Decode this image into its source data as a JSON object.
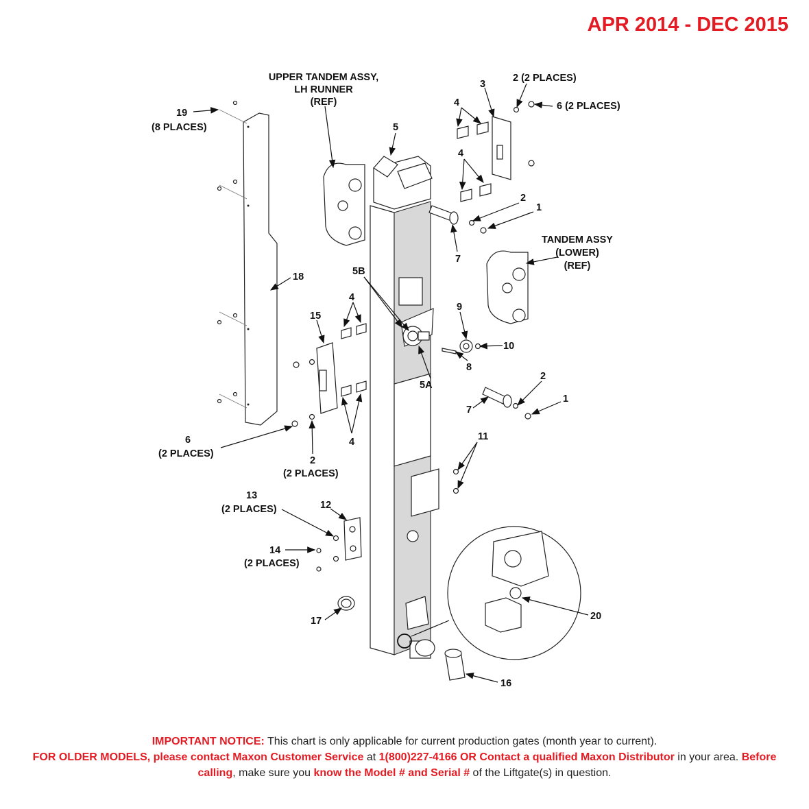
{
  "date_range": "APR 2014 - DEC 2015",
  "labels": {
    "upper_tandem_1": "UPPER TANDEM ASSY,",
    "upper_tandem_2": "LH RUNNER",
    "upper_tandem_3": "(REF)",
    "tandem_lower_1": "TANDEM ASSY",
    "tandem_lower_2": "(LOWER)",
    "tandem_lower_3": "(REF)",
    "p2_2places_top": "2 (2 PLACES)",
    "p3": "3",
    "p6_2places_top": "6 (2 PLACES)",
    "p4_a": "4",
    "p4_b": "4",
    "p5": "5",
    "p19": "19",
    "p19_places": "(8 PLACES)",
    "p2_a": "2",
    "p1_a": "1",
    "p7_a": "7",
    "p18": "18",
    "p5b": "5B",
    "p4_c": "4",
    "p15": "15",
    "p9": "9",
    "p10": "10",
    "p8": "8",
    "p5a": "5A",
    "p2_b": "2",
    "p7_b": "7",
    "p1_b": "1",
    "p6_left": "6",
    "p6_left_places": "(2 PLACES)",
    "p4_d": "4",
    "p2_left": "2",
    "p2_left_places": "(2 PLACES)",
    "p11": "11",
    "p13": "13",
    "p13_places": "(2 PLACES)",
    "p12": "12",
    "p14": "14",
    "p14_places": "(2 PLACES)",
    "p20": "20",
    "p17": "17",
    "p16": "16"
  },
  "notice": {
    "important": "IMPORTANT NOTICE:",
    "line1_rest": " This chart is only applicable for current production gates (month year to current).",
    "older": "FOR OLDER MODELS, please contact Maxon Customer Service",
    "at": " at ",
    "phone": "1(800)227-4166 OR Contact a qualified Maxon Distributor",
    "area": " in your area. ",
    "before": "Before calling",
    "make_sure": ", make sure you ",
    "know": "know the Model # and Serial #",
    "tail": " of the Liftgate(s) in question."
  },
  "colors": {
    "accent": "#e31b23",
    "text": "#222222"
  }
}
